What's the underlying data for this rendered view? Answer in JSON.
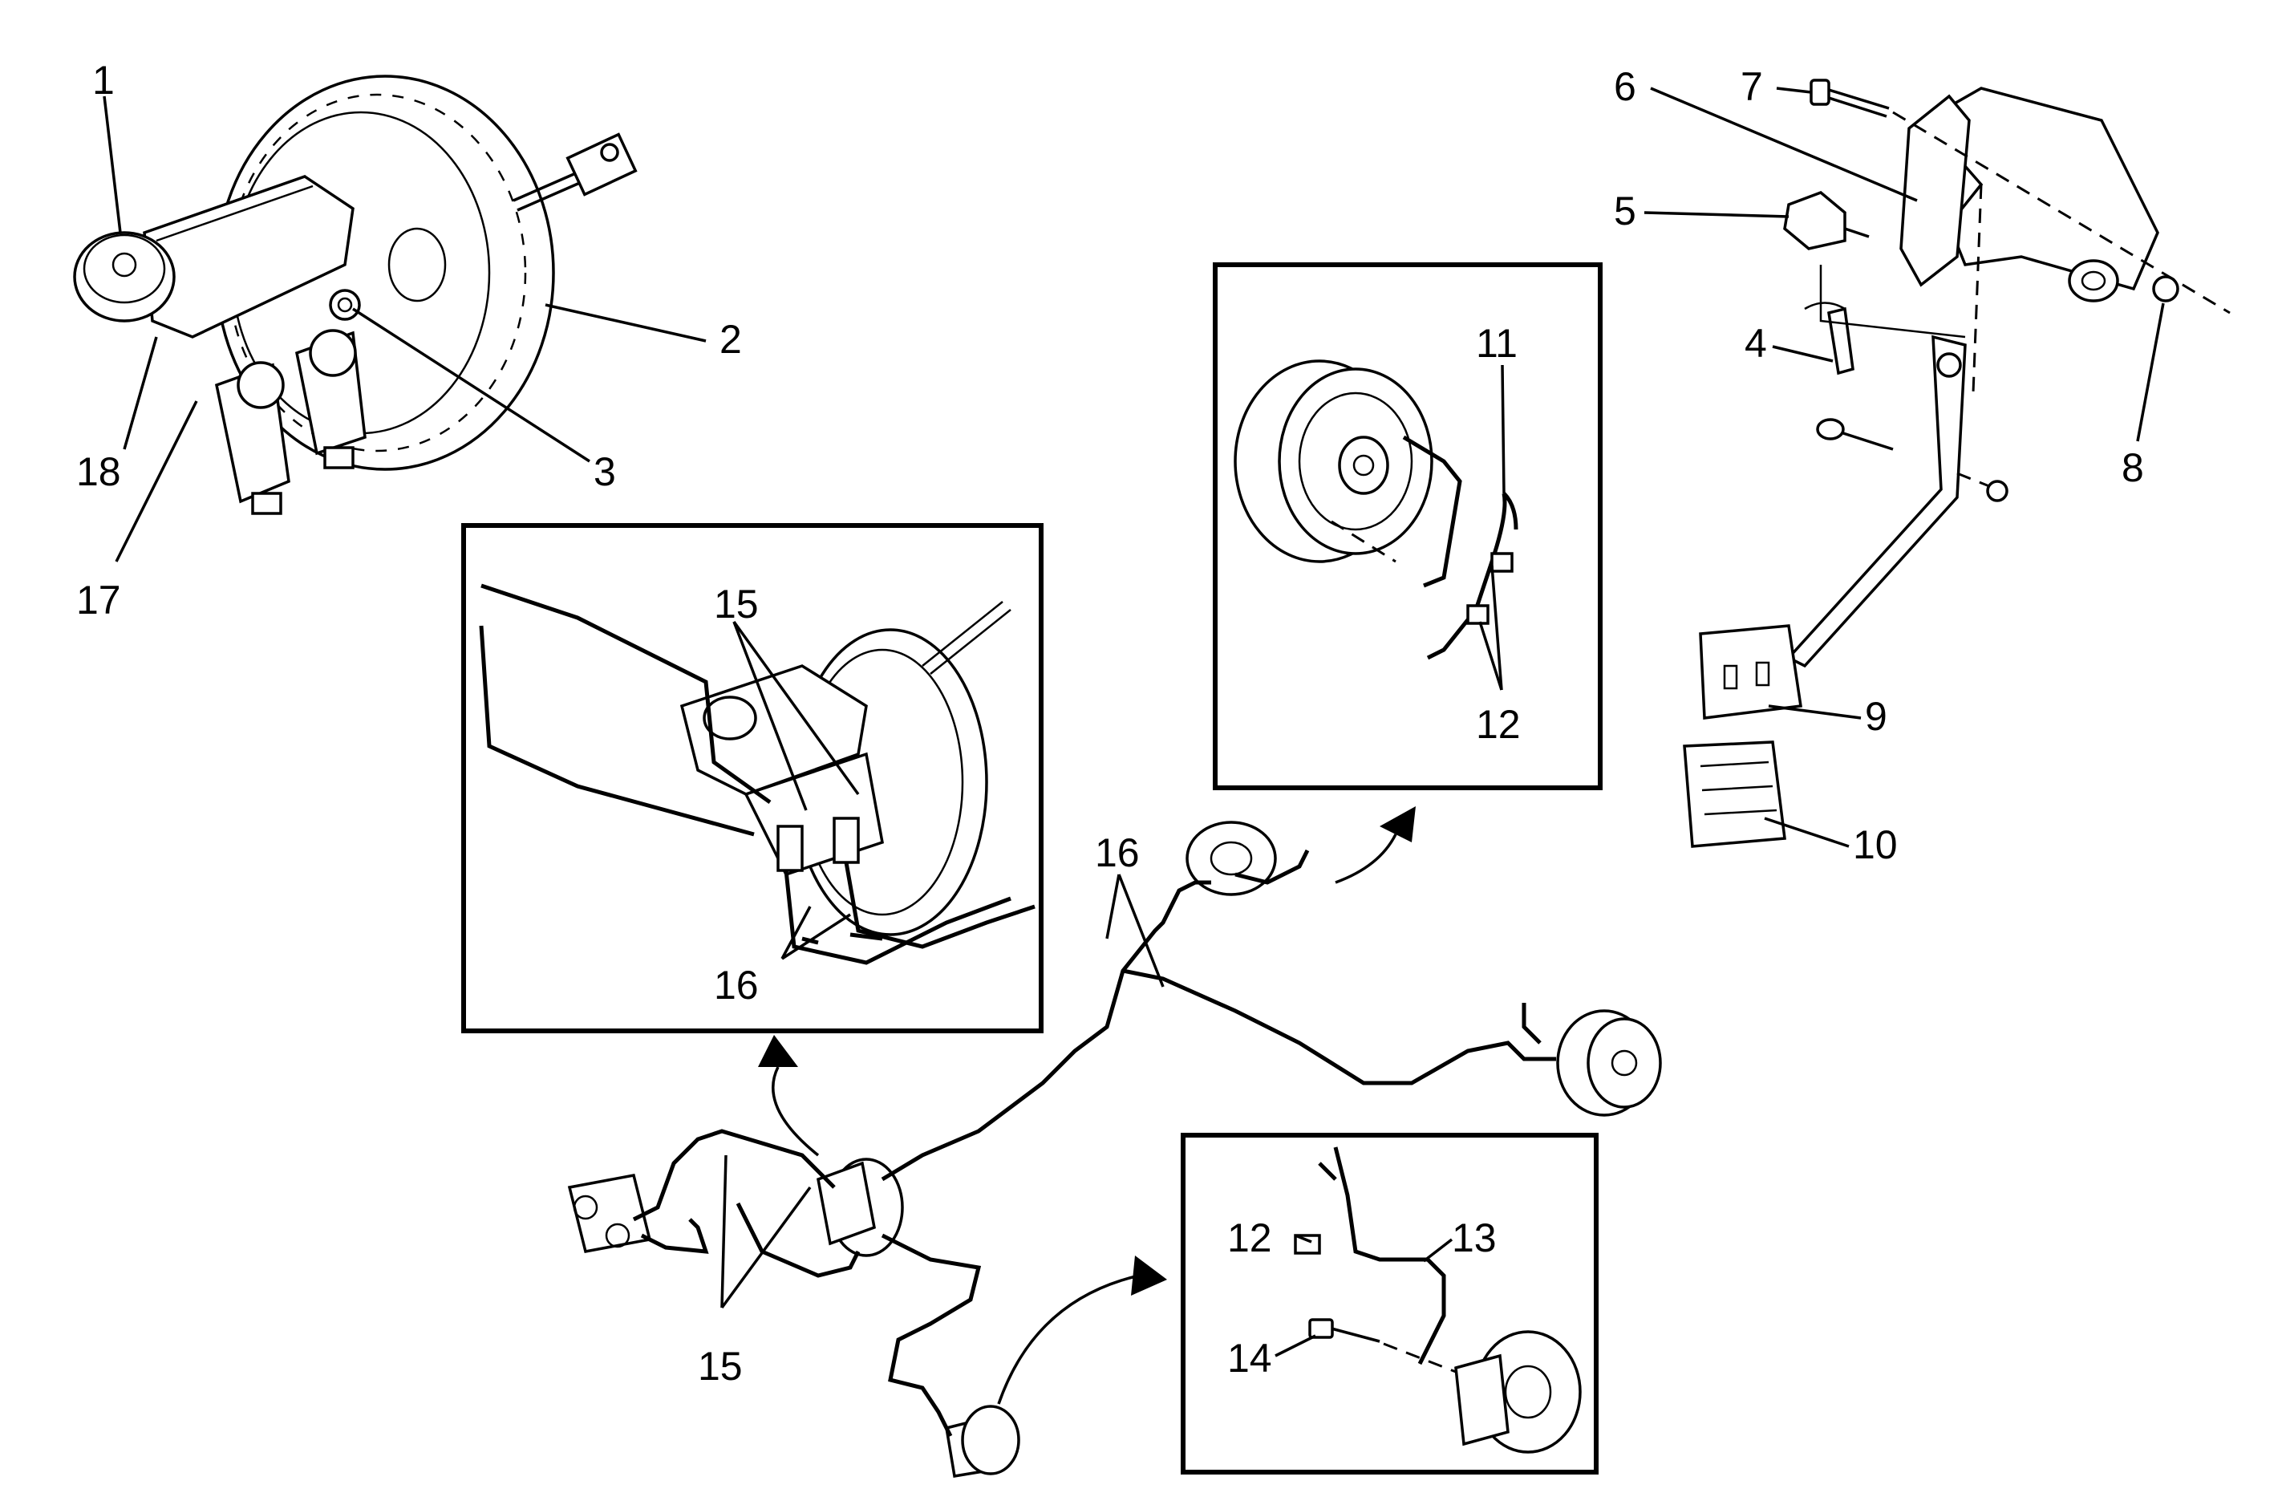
{
  "callouts": {
    "c1": "1",
    "c2": "2",
    "c3": "3",
    "c4": "4",
    "c5": "5",
    "c6": "6",
    "c7": "7",
    "c8": "8",
    "c9": "9",
    "c10": "10",
    "c11": "11",
    "c12_top": "12",
    "c12_bottom": "12",
    "c13": "13",
    "c14": "14",
    "c15_inset": "15",
    "c15_main": "15",
    "c16_inset": "16",
    "c16_main": "16",
    "c17": "17",
    "c18": "18"
  }
}
